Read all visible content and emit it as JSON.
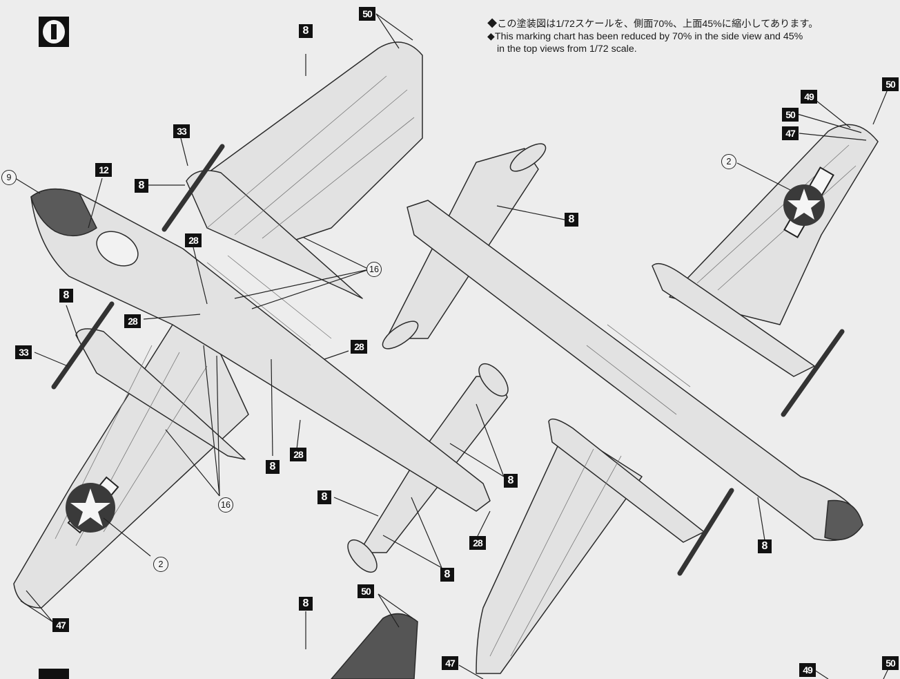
{
  "notes": {
    "jp": "◆この塗装図は1/72スケールを、側面70%、上面45%に縮小してあります。",
    "en_line1": "◆This marking chart has been reduced by 70% in the side view and 45%",
    "en_line2": "in the top views from 1/72 scale."
  },
  "callouts": {
    "n2": "2",
    "n8": "8",
    "n9": "9",
    "n12": "12",
    "n16": "16",
    "n28": "28",
    "n33": "33",
    "n47": "47",
    "n49": "49",
    "n50": "50"
  },
  "colors": {
    "paper": "#ededed",
    "aircraft": "#e2e2e2",
    "outline": "#2a2a2a",
    "dark_scheme": "#555555",
    "badge": "#111111"
  }
}
